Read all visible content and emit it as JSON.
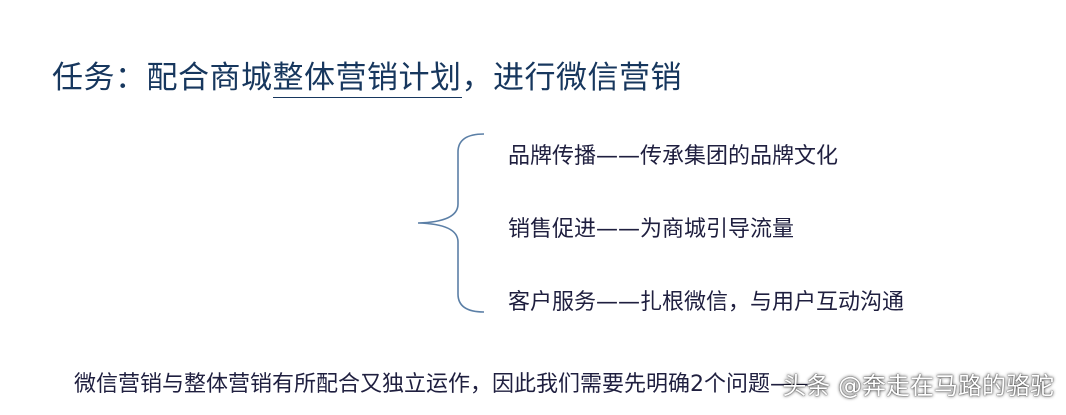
{
  "title": {
    "prefix": "任务：配合商城",
    "underlined": "整体营销计划",
    "suffix": "，进行微信营销"
  },
  "items": [
    "品牌传播——传承集团的品牌文化",
    "销售促进——为商城引导流量",
    "客户服务——扎根微信，与用户互动沟通"
  ],
  "footer": "微信营销与整体营销有所配合又独立运作，因此我们需要先明确2个问题——",
  "watermark": "头条 @奔走在马路的骆驼",
  "colors": {
    "title": "#17375e",
    "body_text": "#1f1f3f",
    "brace": "#5b7fa6"
  }
}
